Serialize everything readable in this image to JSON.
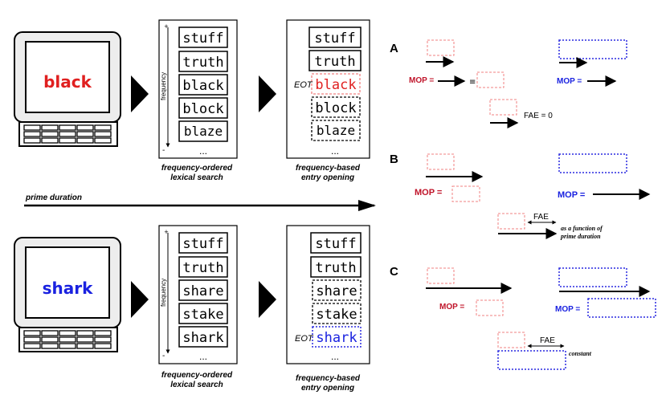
{
  "colors": {
    "red": "#e02020",
    "blue": "#1a22e0",
    "dash_red": "#f08080",
    "dash_blue": "#2a2ae0",
    "black": "#000000"
  },
  "top": {
    "monitor_word": "black",
    "monitor_color": "red",
    "list1": [
      "stuff",
      "truth",
      "black",
      "block",
      "blaze"
    ],
    "list2": [
      {
        "word": "stuff",
        "style": "solid",
        "color": "black"
      },
      {
        "word": "truth",
        "style": "solid",
        "color": "black"
      },
      {
        "word": "black",
        "style": "dash-red",
        "color": "red"
      },
      {
        "word": "block",
        "style": "dash",
        "color": "black"
      },
      {
        "word": "blaze",
        "style": "dash",
        "color": "black"
      }
    ],
    "eot_label": "EOT"
  },
  "bottom": {
    "monitor_word": "shark",
    "monitor_color": "blue",
    "list1": [
      "stuff",
      "truth",
      "share",
      "stake",
      "shark"
    ],
    "list2": [
      {
        "word": "stuff",
        "style": "solid",
        "color": "black"
      },
      {
        "word": "truth",
        "style": "solid",
        "color": "black"
      },
      {
        "word": "share",
        "style": "dash",
        "color": "black"
      },
      {
        "word": "stake",
        "style": "dash",
        "color": "black"
      },
      {
        "word": "shark",
        "style": "dash-blue",
        "color": "blue"
      }
    ],
    "eot_label": "EOT"
  },
  "captions": {
    "search_line1": "frequency-ordered",
    "search_line2": "lexical search",
    "opening_line1": "frequency-based",
    "opening_line2": "entry opening",
    "axis_label": "frequency",
    "plus": "+",
    "minus": "-",
    "ellipsis": "..."
  },
  "prime_duration_label": "prime duration",
  "panels": {
    "A": {
      "letter": "A",
      "mop_label": "MOP =",
      "equiv": "≡",
      "fae_label": "FAE = 0"
    },
    "B": {
      "letter": "B",
      "mop_label": "MOP =",
      "fae_label": "FAE",
      "note_line1": "as a function of",
      "note_line2": "prime duration"
    },
    "C": {
      "letter": "C",
      "mop_label": "MOP =",
      "fae_label": "FAE",
      "note": "constant"
    }
  }
}
